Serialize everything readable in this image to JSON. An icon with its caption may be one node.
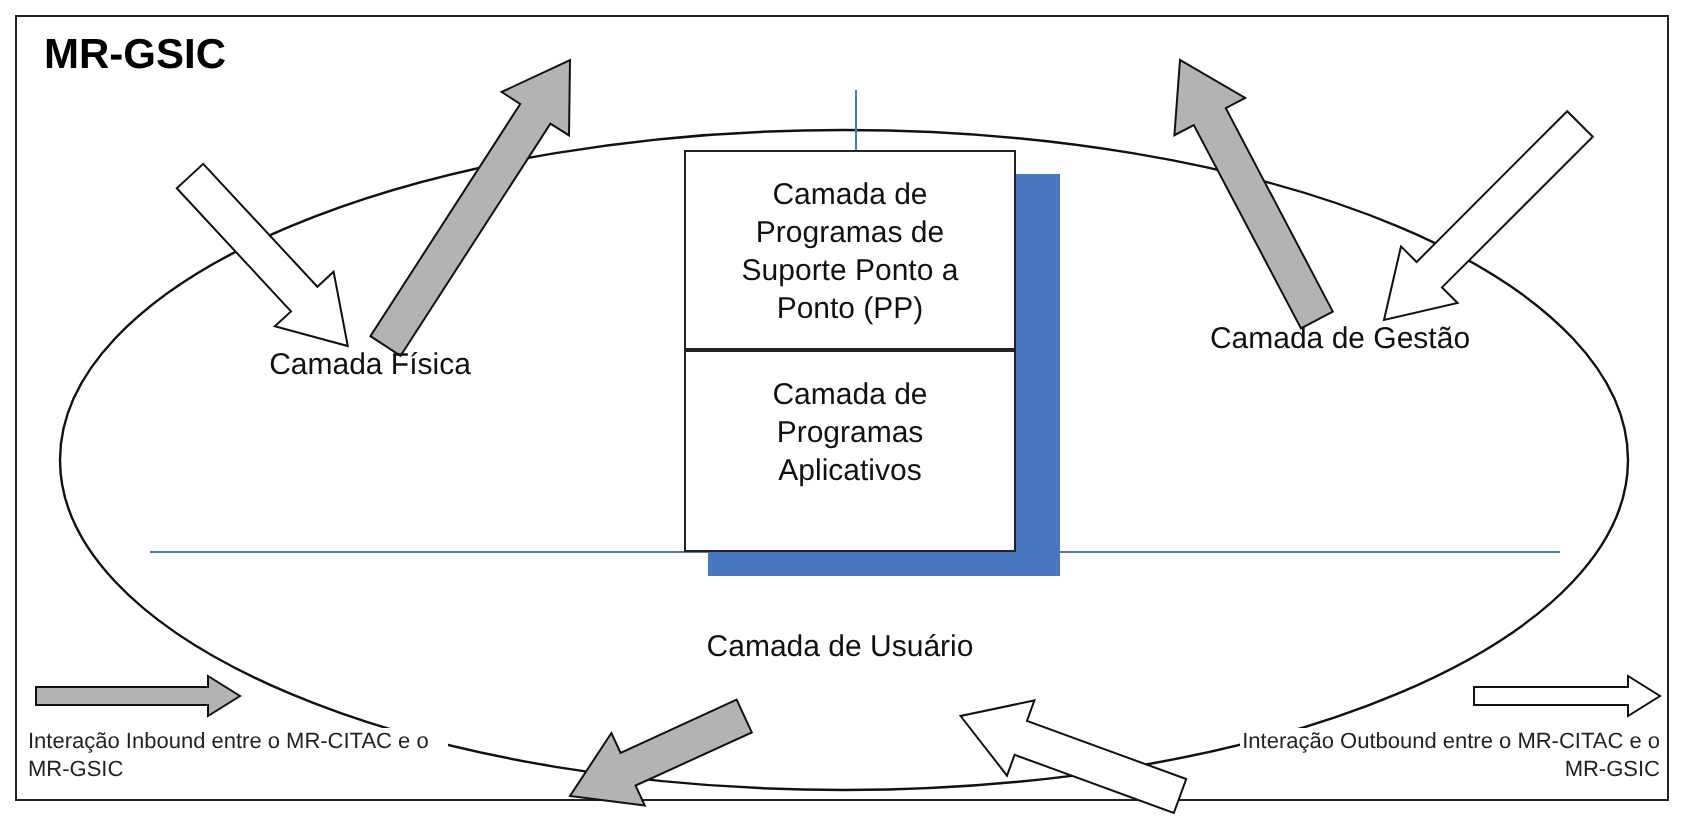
{
  "diagram": {
    "title": "MR-GSIC",
    "nodes": [
      {
        "text": [
          "Camada de Programas de Suporte Ponto a Ponto (PP)"
        ]
      },
      {
        "text": [
          "Camada de Programas Aplicativos"
        ]
      },
      {
        "text": [
          "Camada Física"
        ]
      },
      {
        "text": [
          "Camada de Gestão"
        ]
      },
      {
        "text": [
          "Camada de Usuário"
        ]
      }
    ],
    "edges": [
      {
        "from": null,
        "to": 2,
        "arrow": "to",
        "color": "#ffffff"
      },
      {
        "from": 2,
        "to": null,
        "arrow": "to",
        "color": "#b3b3b3"
      },
      {
        "from": 3,
        "to": null,
        "arrow": "to",
        "color": "#b3b3b3"
      },
      {
        "from": null,
        "to": 3,
        "arrow": "to",
        "color": "#ffffff"
      },
      {
        "from": 4,
        "to": null,
        "arrow": "to",
        "color": "#b3b3b3"
      },
      {
        "from": null,
        "to": 4,
        "arrow": "to",
        "color": "#ffffff"
      }
    ],
    "legend": [
      {
        "text": "Interação Inbound entre o MR-CITAC e o MR-GSIC"
      },
      {
        "text": "Interação Outbound entre o MR-CITAC e o MR-GSIC"
      }
    ]
  }
}
